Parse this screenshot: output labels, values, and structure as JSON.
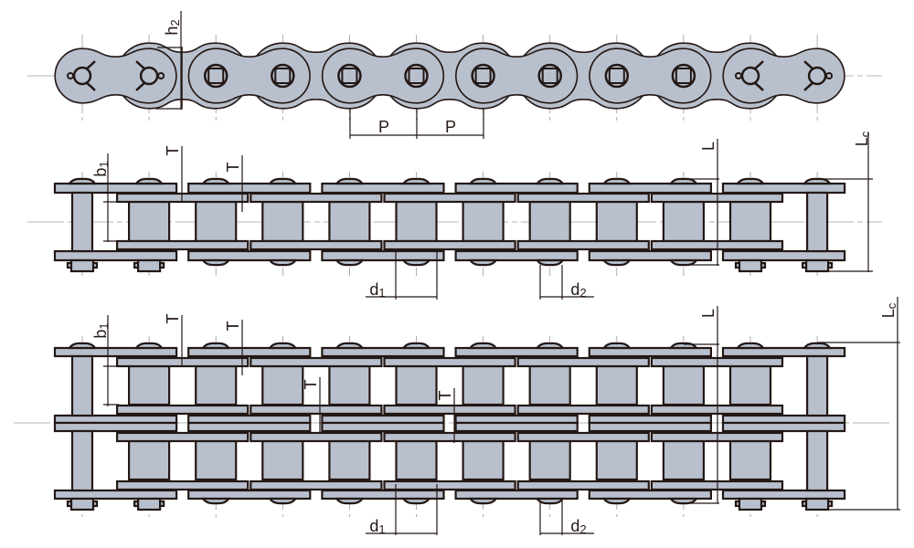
{
  "colors": {
    "fill": "#b9c0cd",
    "stroke": "#231815",
    "centerline": "#9a9a9a"
  },
  "top_view": {
    "labels": {
      "h2": {
        "m": "h",
        "s": "2"
      },
      "p1": {
        "m": "P",
        "s": ""
      },
      "p2": {
        "m": "P",
        "s": ""
      }
    }
  },
  "single_strand": {
    "labels": {
      "b1": {
        "m": "b",
        "s": "1"
      },
      "t1": {
        "m": "T",
        "s": ""
      },
      "t2": {
        "m": "T",
        "s": ""
      },
      "l": {
        "m": "L",
        "s": ""
      },
      "lc": {
        "m": "L",
        "s": "c"
      },
      "d1": {
        "m": "d",
        "s": "1"
      },
      "d2": {
        "m": "d",
        "s": "2"
      }
    }
  },
  "double_strand": {
    "labels": {
      "b1": {
        "m": "b",
        "s": "1"
      },
      "t1": {
        "m": "T",
        "s": ""
      },
      "t2": {
        "m": "T",
        "s": ""
      },
      "t3": {
        "m": "T",
        "s": ""
      },
      "t4": {
        "m": "T",
        "s": ""
      },
      "l": {
        "m": "L",
        "s": ""
      },
      "lc": {
        "m": "L",
        "s": "c"
      },
      "d1": {
        "m": "d",
        "s": "1"
      },
      "d2": {
        "m": "d",
        "s": "2"
      }
    }
  }
}
